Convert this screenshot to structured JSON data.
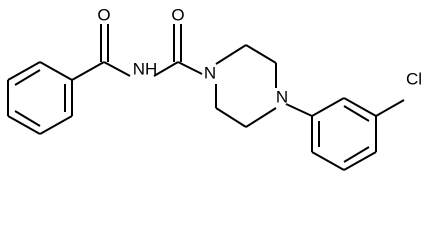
{
  "atoms": {
    "o_benzoyl": "O",
    "nh_amide": "NH",
    "o_carbonyl": "O",
    "n_piperazine_1": "N",
    "n_piperazine_4": "N",
    "cl": "Cl"
  },
  "colors": {
    "bond": "#000000",
    "label": "#000000",
    "background": "#ffffff"
  }
}
